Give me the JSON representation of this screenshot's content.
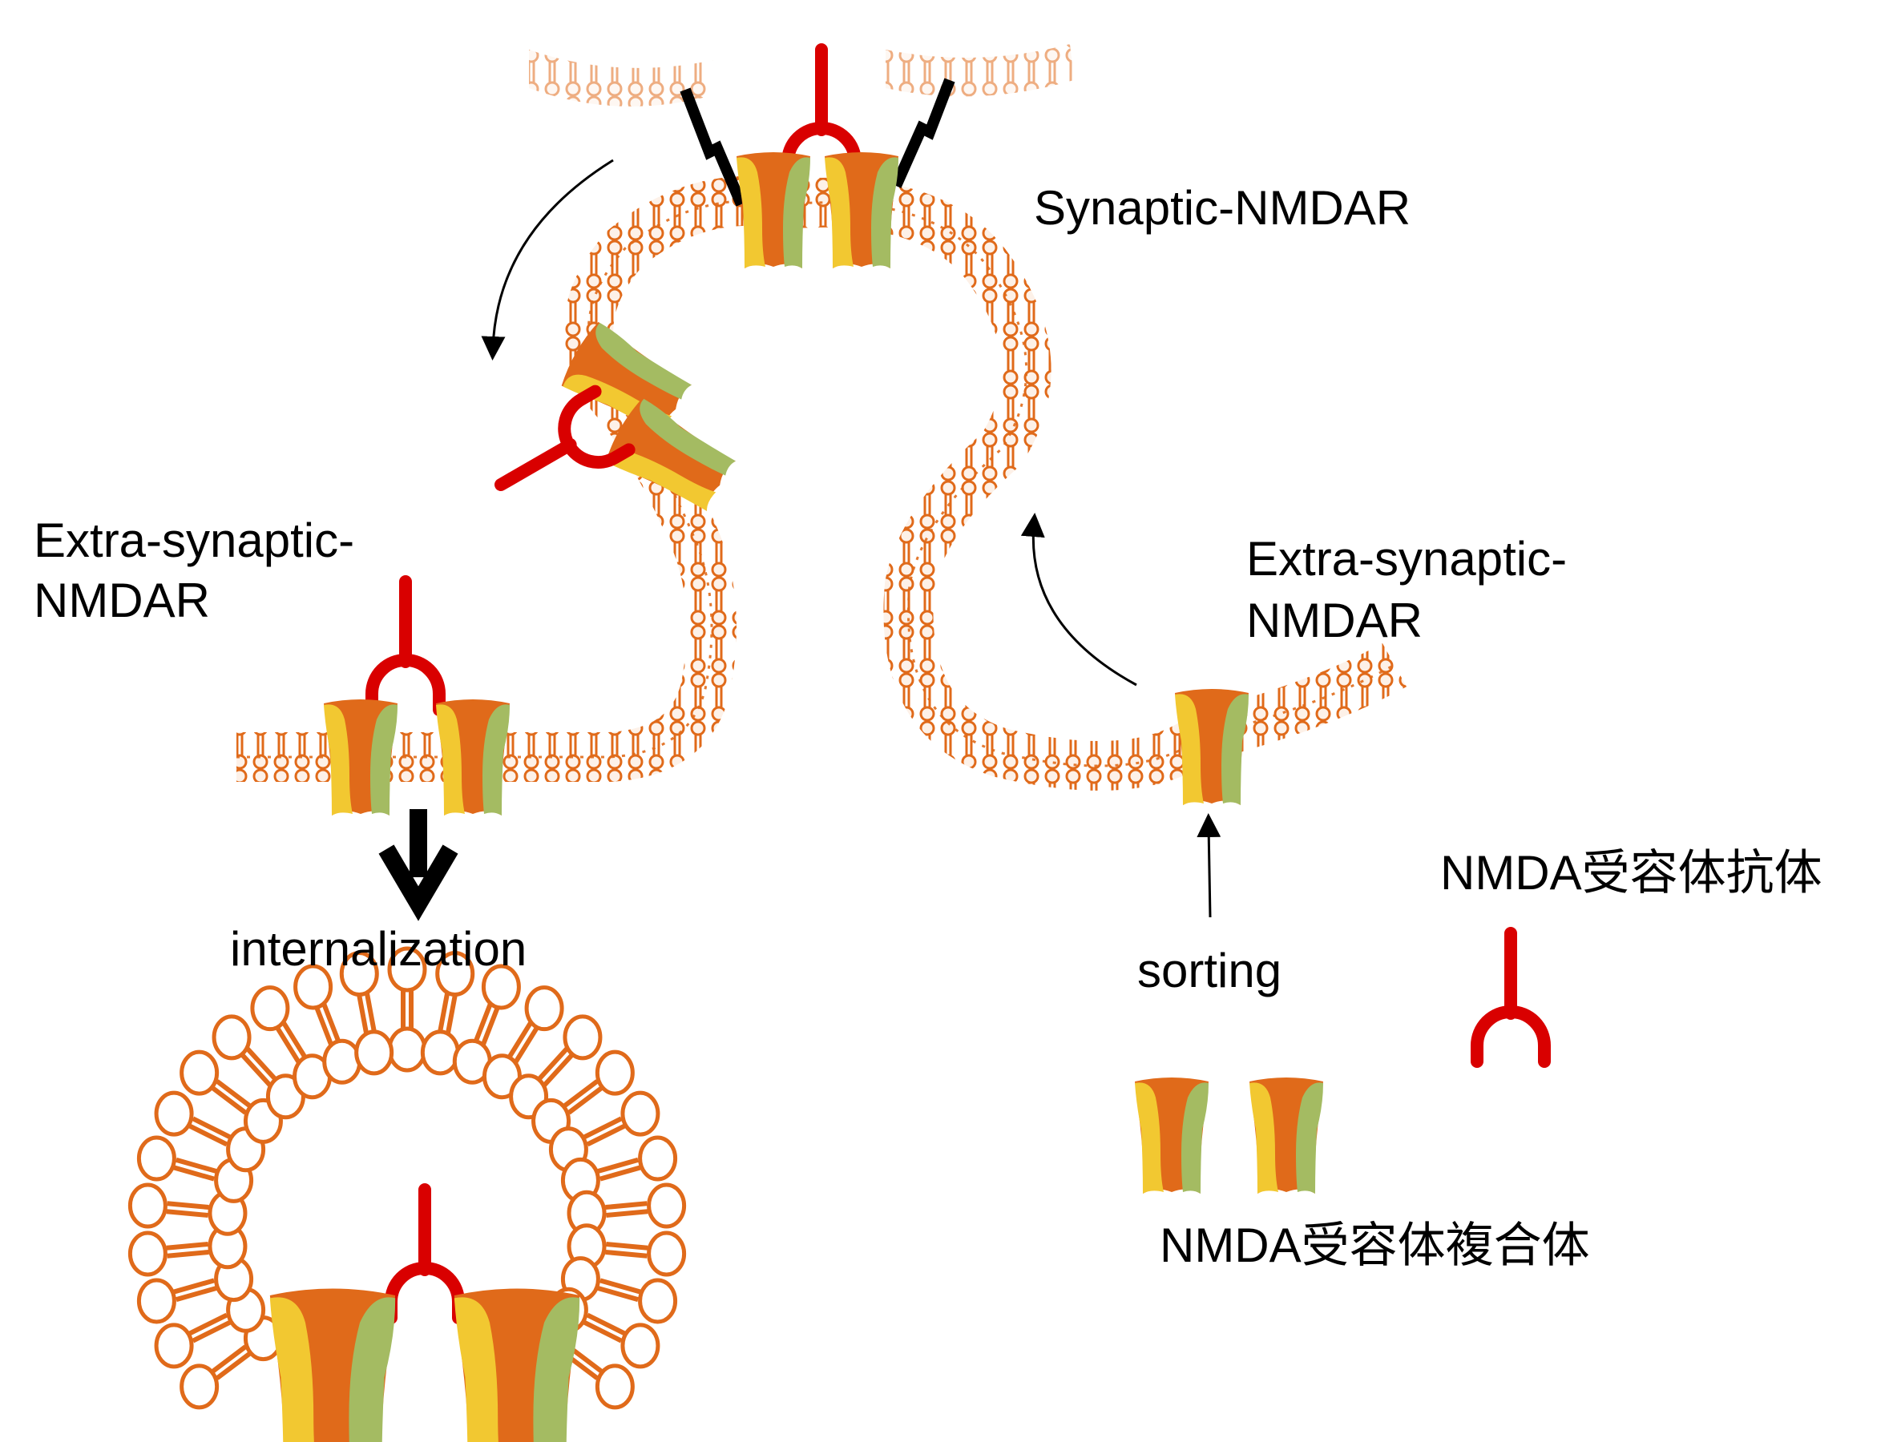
{
  "labels": {
    "synaptic": "Synaptic-NMDAR",
    "extra_left_line1": "Extra-synaptic-",
    "extra_left_line2": "NMDAR",
    "extra_right_line1": "Extra-synaptic-",
    "extra_right_line2": "NMDAR",
    "internalization": "internalization",
    "sorting": "sorting",
    "legend_antibody": "NMDA受容体抗体",
    "legend_receptor": "NMDA受容体複合体"
  },
  "colors": {
    "lipid": "#e06a1a",
    "lipid_fill": "#fdf1e8",
    "receptor_core": "#e06a1a",
    "receptor_yellow": "#f2c831",
    "receptor_green": "#a4bb62",
    "antibody": "#d90000",
    "arrow": "#000000"
  }
}
